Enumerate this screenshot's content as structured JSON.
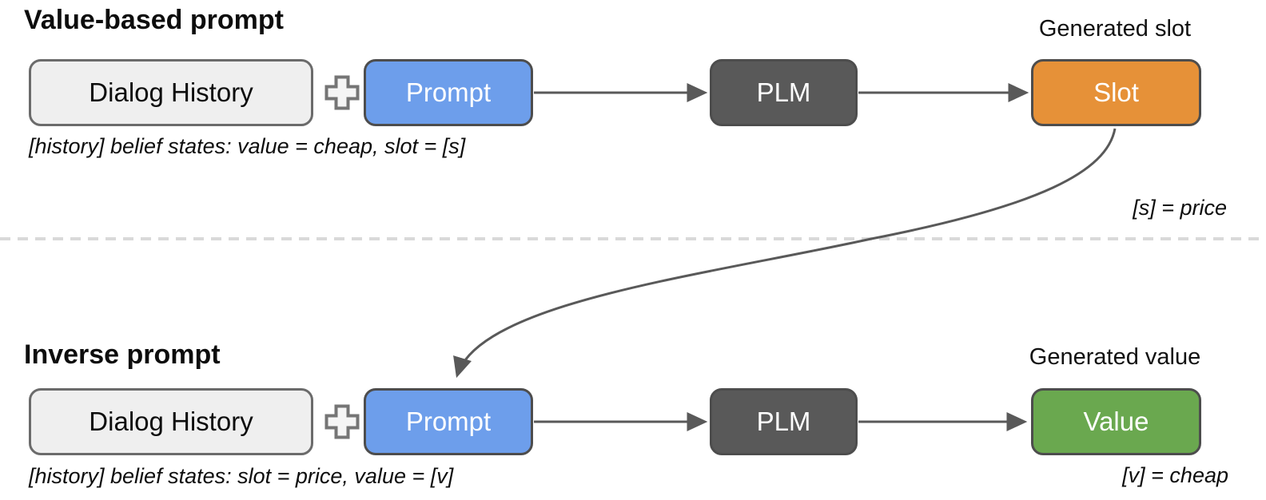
{
  "rows": [
    {
      "title": "Value-based prompt",
      "generated_label": "Generated slot",
      "dialog_history_label": "Dialog History",
      "prompt_label": "Prompt",
      "plm_label": "PLM",
      "output_label": "Slot",
      "caption": "[history] belief states: value = cheap, slot = [s]",
      "result": "[s] = price"
    },
    {
      "title": "Inverse prompt",
      "generated_label": "Generated value",
      "dialog_history_label": "Dialog History",
      "prompt_label": "Prompt",
      "plm_label": "PLM",
      "output_label": "Value",
      "caption": "[history] belief states: slot = price, value = [v]",
      "result": "[v] = cheap"
    }
  ],
  "colors": {
    "dialog_history_bg": "#efefef",
    "prompt_bg": "#6d9eeb",
    "plm_bg": "#595959",
    "slot_bg": "#e69138",
    "value_bg": "#6aa84f",
    "arrow": "#595959",
    "divider": "#d9d9d9",
    "box_border": "#4d4d4d",
    "plus_fill": "#f5f5f5",
    "plus_stroke": "#757575"
  }
}
